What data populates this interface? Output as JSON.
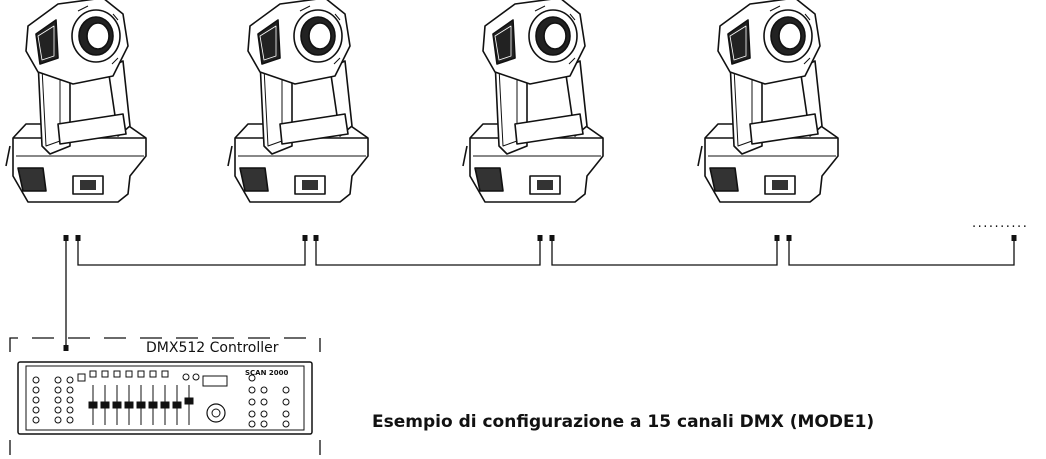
{
  "diagram": {
    "title": "Esempio di configurazione a 15 canali DMX (MODE1)",
    "controller": {
      "label": "DMX512 Controller",
      "panel_brand": "SCAN 2000"
    },
    "fixtures": [
      {
        "id": "fixture-1"
      },
      {
        "id": "fixture-2"
      },
      {
        "id": "fixture-3"
      },
      {
        "id": "fixture-4"
      }
    ],
    "continuation": "..........",
    "colors": {
      "line": "#111111",
      "background": "#ffffff"
    }
  }
}
